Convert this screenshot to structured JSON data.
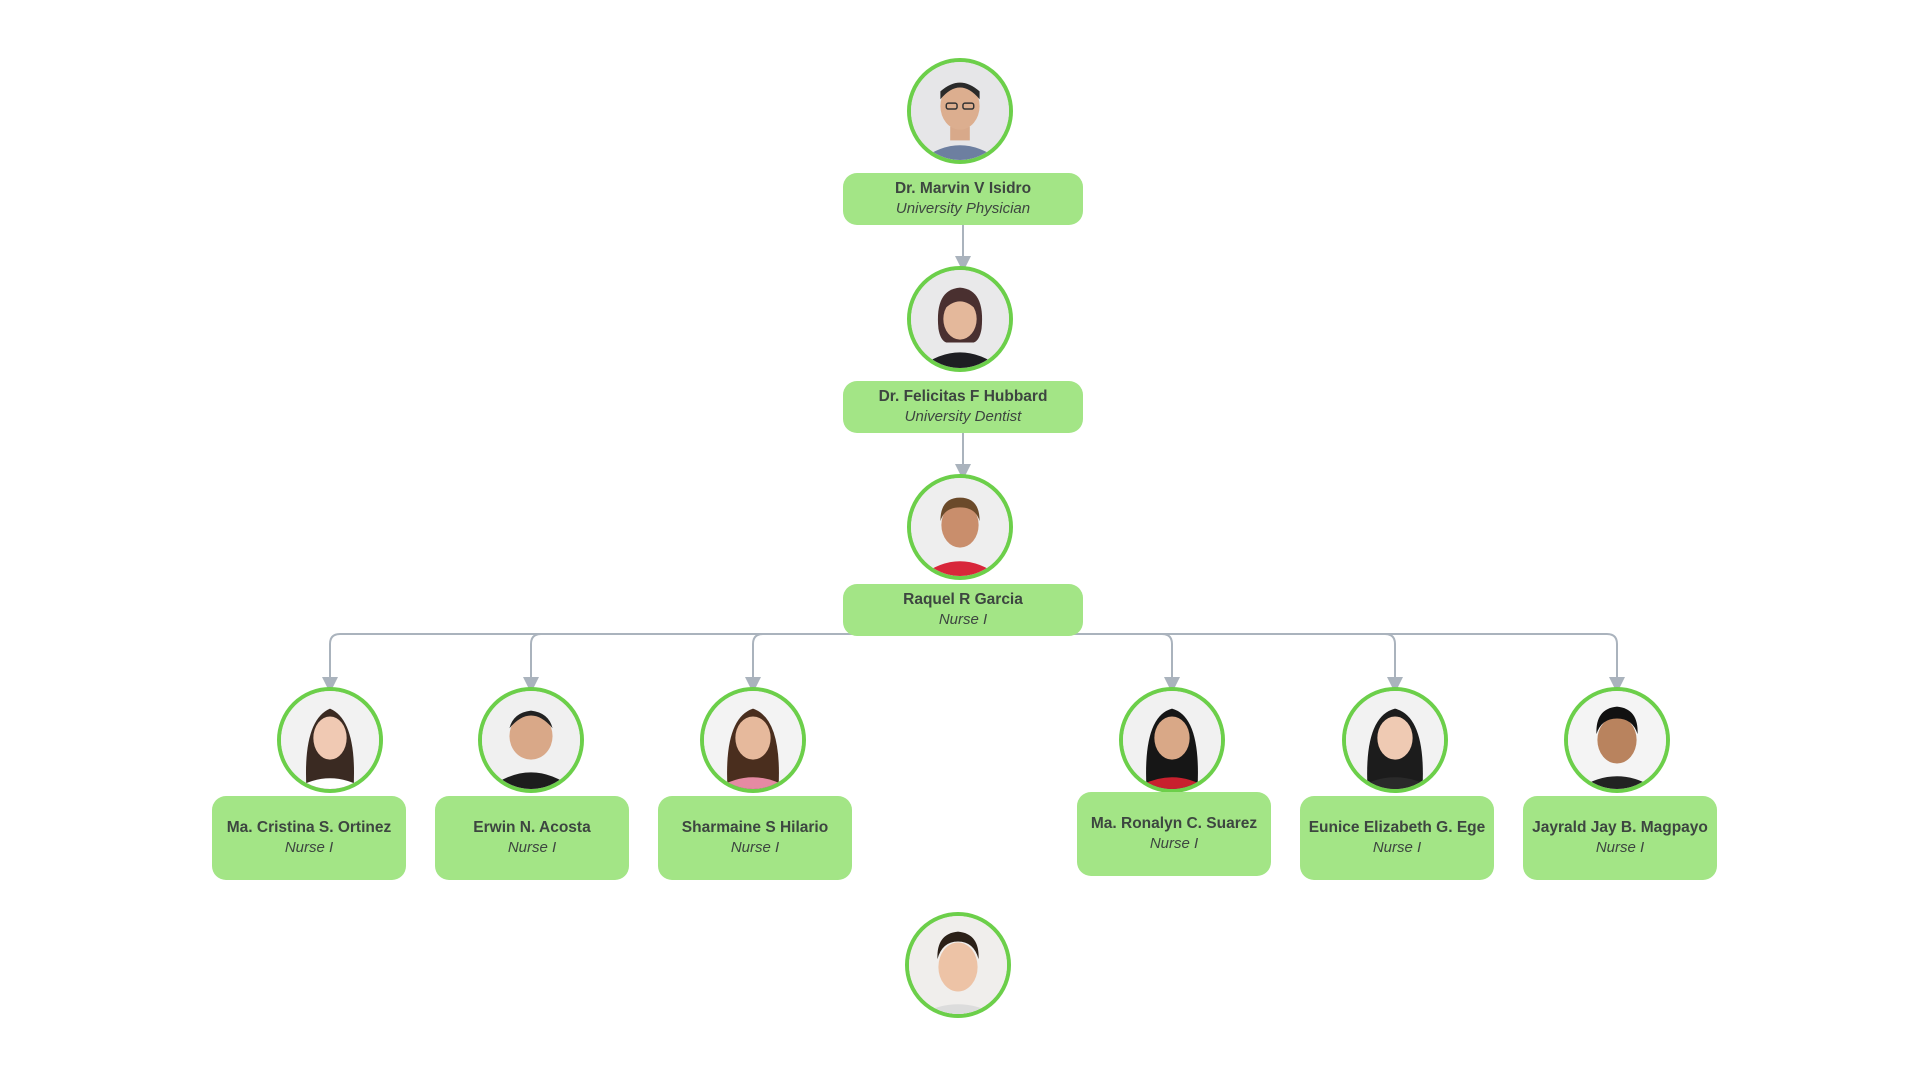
{
  "chart": {
    "colors": {
      "card_fill": "#a3e586",
      "avatar_border": "#6ccf4a",
      "connector": "#aab3bd",
      "text": "#3d4640"
    },
    "nodes": [
      {
        "id": "isidro",
        "name": "Dr. Marvin V Isidro",
        "title": "University Physician",
        "photo": "portrait-man-glasses-icon"
      },
      {
        "id": "hubbard",
        "name": "Dr. Felicitas F Hubbard",
        "title": "University Dentist",
        "photo": "portrait-woman-bob-icon"
      },
      {
        "id": "garcia",
        "name": "Raquel R Garcia",
        "title": "Nurse I",
        "photo": "portrait-woman-red-top-icon"
      },
      {
        "id": "ortinez",
        "name": "Ma. Cristina S. Ortinez",
        "title": "Nurse I",
        "photo": "portrait-woman-long-hair-icon"
      },
      {
        "id": "acosta",
        "name": "Erwin N. Acosta",
        "title": "Nurse I",
        "photo": "portrait-man-black-shirt-icon"
      },
      {
        "id": "hilario",
        "name": "Sharmaine S Hilario",
        "title": "Nurse I",
        "photo": "portrait-woman-pink-top-icon"
      },
      {
        "id": "suarez",
        "name": "Ma. Ronalyn C. Suarez",
        "title": "Nurse I",
        "photo": "portrait-woman-red-top-icon"
      },
      {
        "id": "ege",
        "name": "Eunice Elizabeth G. Ege",
        "title": "Nurse I",
        "photo": "portrait-woman-black-top-icon"
      },
      {
        "id": "magpayo",
        "name": "Jayrald Jay B. Magpayo",
        "title": "Nurse I",
        "photo": "portrait-young-man-icon"
      },
      {
        "id": "unlabeled",
        "photo": "portrait-young-man-smiling-icon"
      }
    ],
    "edges": [
      [
        "isidro",
        "hubbard"
      ],
      [
        "hubbard",
        "garcia"
      ],
      [
        "garcia",
        "ortinez"
      ],
      [
        "garcia",
        "acosta"
      ],
      [
        "garcia",
        "hilario"
      ],
      [
        "garcia",
        "suarez"
      ],
      [
        "garcia",
        "ege"
      ],
      [
        "garcia",
        "magpayo"
      ]
    ]
  }
}
